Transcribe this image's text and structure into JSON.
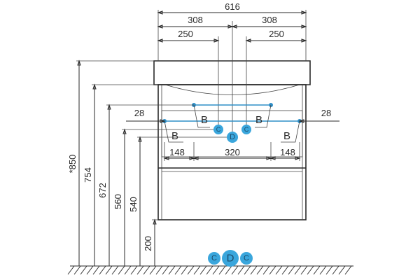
{
  "dimensions": {
    "overall_width": "616",
    "half_left": "308",
    "half_right": "308",
    "offset_left": "250",
    "offset_right": "250",
    "side_left": "28",
    "side_right": "28",
    "bottom_left": "148",
    "bottom_center": "320",
    "bottom_right": "148",
    "height_850": "*850",
    "height_754": "754",
    "height_672": "672",
    "height_560": "560",
    "height_540": "540",
    "height_200": "200"
  },
  "labels": {
    "b_upper_left": "B",
    "b_upper_right": "B",
    "b_lower_left": "B",
    "b_lower_right": "B",
    "c_left": "C",
    "d_center": "D",
    "c_right": "C"
  },
  "legend": {
    "c_left": "C",
    "d": "D",
    "c_right": "C"
  },
  "colors": {
    "badge": "#3aa6dc",
    "badge_text": "#1a4a6a",
    "line": "#2a2a2a",
    "pipe": "#2f8fc7"
  }
}
